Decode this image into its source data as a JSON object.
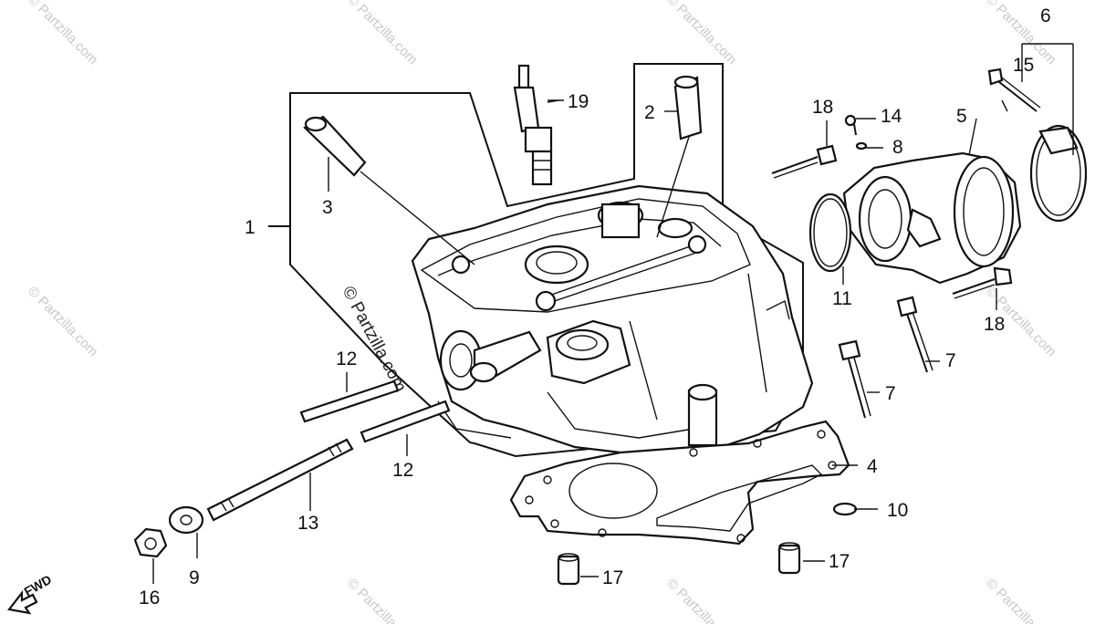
{
  "watermark": "© Partzilla.com",
  "fwd_label": "FWD",
  "callouts": [
    "1",
    "2",
    "3",
    "4",
    "5",
    "6",
    "7",
    "7",
    "8",
    "9",
    "10",
    "11",
    "12",
    "12",
    "13",
    "14",
    "15",
    "16",
    "17",
    "17",
    "18",
    "18",
    "19"
  ]
}
